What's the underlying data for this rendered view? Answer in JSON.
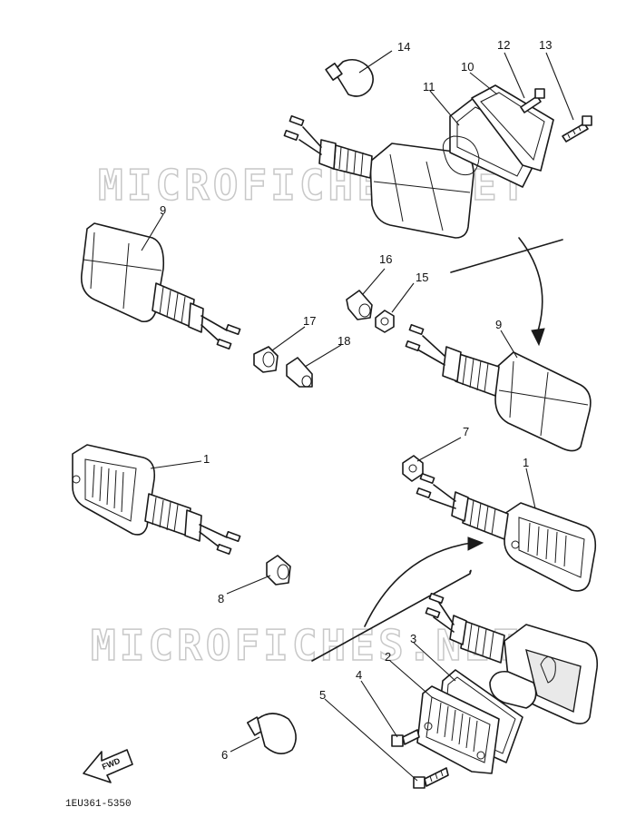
{
  "watermark": "MICROFICHES.NET",
  "diagram_code": "1EU361-5350",
  "direction_label": "FWD",
  "callouts": [
    "1",
    "1",
    "2",
    "3",
    "4",
    "5",
    "6",
    "7",
    "8",
    "9",
    "9",
    "10",
    "11",
    "12",
    "13",
    "14",
    "15",
    "16",
    "17",
    "18"
  ]
}
